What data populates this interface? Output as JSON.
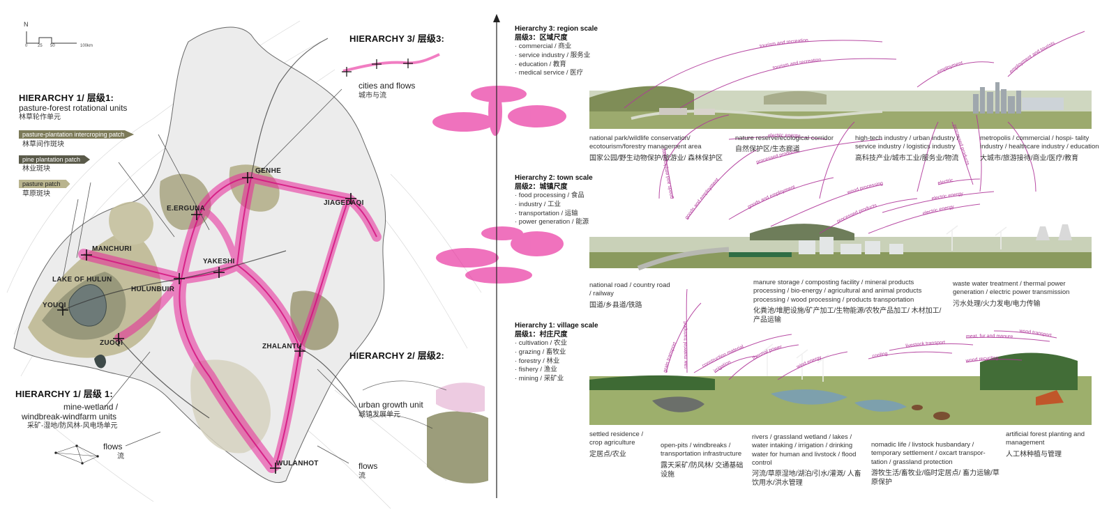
{
  "map": {
    "north": "N",
    "scale_ticks": [
      "0",
      "25",
      "50",
      "100km"
    ],
    "hier1_top": {
      "title": "HIERARCHY 1/ 层级1:",
      "sub": "pasture-forest rotational units",
      "cn": "林草轮作单元"
    },
    "legend": [
      {
        "label": "pasture-plantation intercroping patch",
        "cn": "林草间作斑块",
        "color": "#7c7a58"
      },
      {
        "label": "pine plantation patch",
        "cn": "林业斑块",
        "color": "#5a5a4a"
      },
      {
        "label": "pasture patch",
        "cn": "草原斑块",
        "color": "#b9b48e"
      }
    ],
    "hier3": {
      "title": "HIERARCHY 3/ 层级3:"
    },
    "cities_flows": {
      "en": "cities and flows",
      "cn": "城市与流"
    },
    "cities": [
      "GENHE",
      "E.ERGUNA",
      "JIAGEDAQI",
      "MANCHURI",
      "LAKE OF HULUN",
      "HULUNBUIR",
      "YAKESHI",
      "YOUQI",
      "ZUOQI",
      "ZHALANTU",
      "WULANHOT"
    ],
    "hier2": {
      "title": "HIERARCHY 2/ 层级2:"
    },
    "urban_growth": {
      "en": "urban growth unit",
      "cn": "城镇发展单元"
    },
    "hier1_bottom": {
      "title": "HIERARCHY 1/ 层级 1:",
      "sub1": "mine-wetland /",
      "sub2": "windbreak-windfarm units",
      "cn": "采矿-湿地/防风林-风电场单元"
    },
    "flows_left": {
      "en": "flows",
      "cn": "流"
    },
    "flows_right": {
      "en": "flows",
      "cn": "流"
    }
  },
  "scales": {
    "region": {
      "title": "Hierarchy 3: region scale",
      "cn": "层级3：区域尺度",
      "items": [
        "· commercial / 商业",
        "· service industry / 服务业",
        "· education / 教育",
        "· medical service / 医疗"
      ]
    },
    "town": {
      "title": "Hierarchy 2: town scale",
      "cn": "层级2：城镇尺度",
      "items": [
        "· food processing / 食品",
        "· industry / 工业",
        "· transportation / 运输",
        "· power generation / 能源"
      ]
    },
    "village": {
      "title": "Hierarchy 1: village scale",
      "cn": "层级1：村庄尺度",
      "items": [
        "· cultivation / 农业",
        "· grazing / 畜牧业",
        "· forestry / 林业",
        "· fishery / 渔业",
        "· mining / 采矿业"
      ]
    }
  },
  "captions": {
    "region": [
      {
        "en": "national park/wildlife conservation/ ecotourism/forestry management area",
        "cn": "国家公园/野生动物保护/旅游业/ 森林保护区"
      },
      {
        "en": "nature reserve/ecological corridor",
        "cn": "自然保护区/生态廊道"
      },
      {
        "en": "high-tech industry / urban industry / service industry / logistics industry",
        "cn": "高科技产业/城市工业/服务业/物流"
      },
      {
        "en": "metropolis / commercial / hospi- tality industry / healthcare industry / education",
        "cn": "大城市/旅游接待/商业/医疗/教育"
      }
    ],
    "town": [
      {
        "en": "national road / country road / railway",
        "cn": "国道/乡县道/铁路"
      },
      {
        "en": "manure storage / composting facility / mineral products processing / bio-energy / agricultural and animal products processing / wood processing / products transportation",
        "cn": "化粪池/堆肥设施/矿产加工/生物能源/农牧产品加工/ 木材加工/产品运输"
      },
      {
        "en": "waste water treatment / thermal power generation / electric power transmission",
        "cn": "污水处理/火力发电/电力传输"
      }
    ],
    "village": [
      {
        "en": "settled residence / crop agriculture",
        "cn": "定居点/农业"
      },
      {
        "en": "open-pits / windbreaks / transportation infrastructure",
        "cn": "露天采矿/防风林/ 交通基础设施"
      },
      {
        "en": "rivers / grassland wetland / lakes / water intaking / irrigation / drinking water for human and livstock / flood control",
        "cn": "河流/草原湿地/湖泊/引水/灌溉/ 人畜饮用水/洪水管理"
      },
      {
        "en": "nomadic life / livstock husbandary / temporary settlement / oxcart transpor- tation / grassland protection",
        "cn": "游牧生活/畜牧业/临时定居点/ 畜力运输/草原保护"
      },
      {
        "en": "artificial forest planting and management",
        "cn": "人工林种植与管理"
      }
    ]
  },
  "flow_labels": {
    "tourism_recreation_1": "tourism and recreation",
    "tourism_recreation_2": "tourism and recreation",
    "employment": "employment",
    "employment_tourists": "employment and tourists",
    "goods_employment_1": "goods and employment",
    "goods_employment_2": "goods and employment",
    "goods_employment_3": "goods and employment",
    "processed_1": "processed products",
    "processed_2": "processed products",
    "processed_3": "processed products",
    "electric_1": "electric energy",
    "electric_2": "electric energy",
    "electric_3": "electric energy",
    "electric_4": "electric",
    "grain": "grain transport",
    "raw_material": "raw material transport",
    "construction": "construction material",
    "thermal": "thermal power",
    "wind": "wind energy",
    "cooling": "cooling",
    "irrigation": "irrigation",
    "livestock": "livestock transport",
    "meat": "meat, fur and manure",
    "wood_transport": "wood transport",
    "wood_processing": "wood processing",
    "wood_recycling": "wood recycling"
  },
  "colors": {
    "magenta": "#e8279a",
    "flow_line": "#b0379a",
    "legend_dark": "#5a5a4a"
  }
}
